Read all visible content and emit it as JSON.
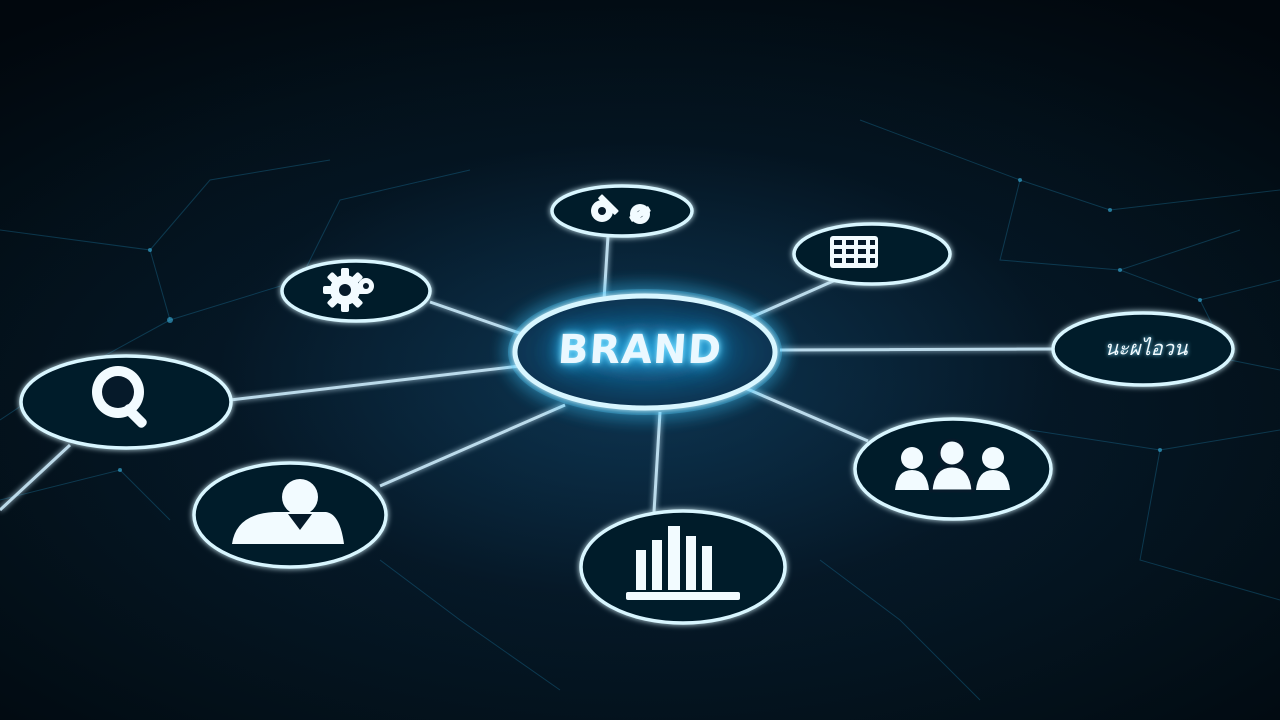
{
  "hub": {
    "label": "BRAND"
  },
  "nodes": [
    {
      "name": "gears",
      "icon": "gears-icon"
    },
    {
      "name": "calculator",
      "icon": "calculator-icon"
    },
    {
      "name": "settings",
      "icon": "settings-gear-icon"
    },
    {
      "name": "text",
      "icon": "text-icon",
      "label": "นะผไอวน"
    },
    {
      "name": "search",
      "icon": "magnifier-icon"
    },
    {
      "name": "team",
      "icon": "team-icon"
    },
    {
      "name": "person",
      "icon": "person-icon"
    },
    {
      "name": "chart",
      "icon": "bar-chart-icon"
    }
  ],
  "colors": {
    "background": "#03121e",
    "glow": "#3cc8ff",
    "ring": "#bfefff",
    "line": "#cfefff"
  }
}
